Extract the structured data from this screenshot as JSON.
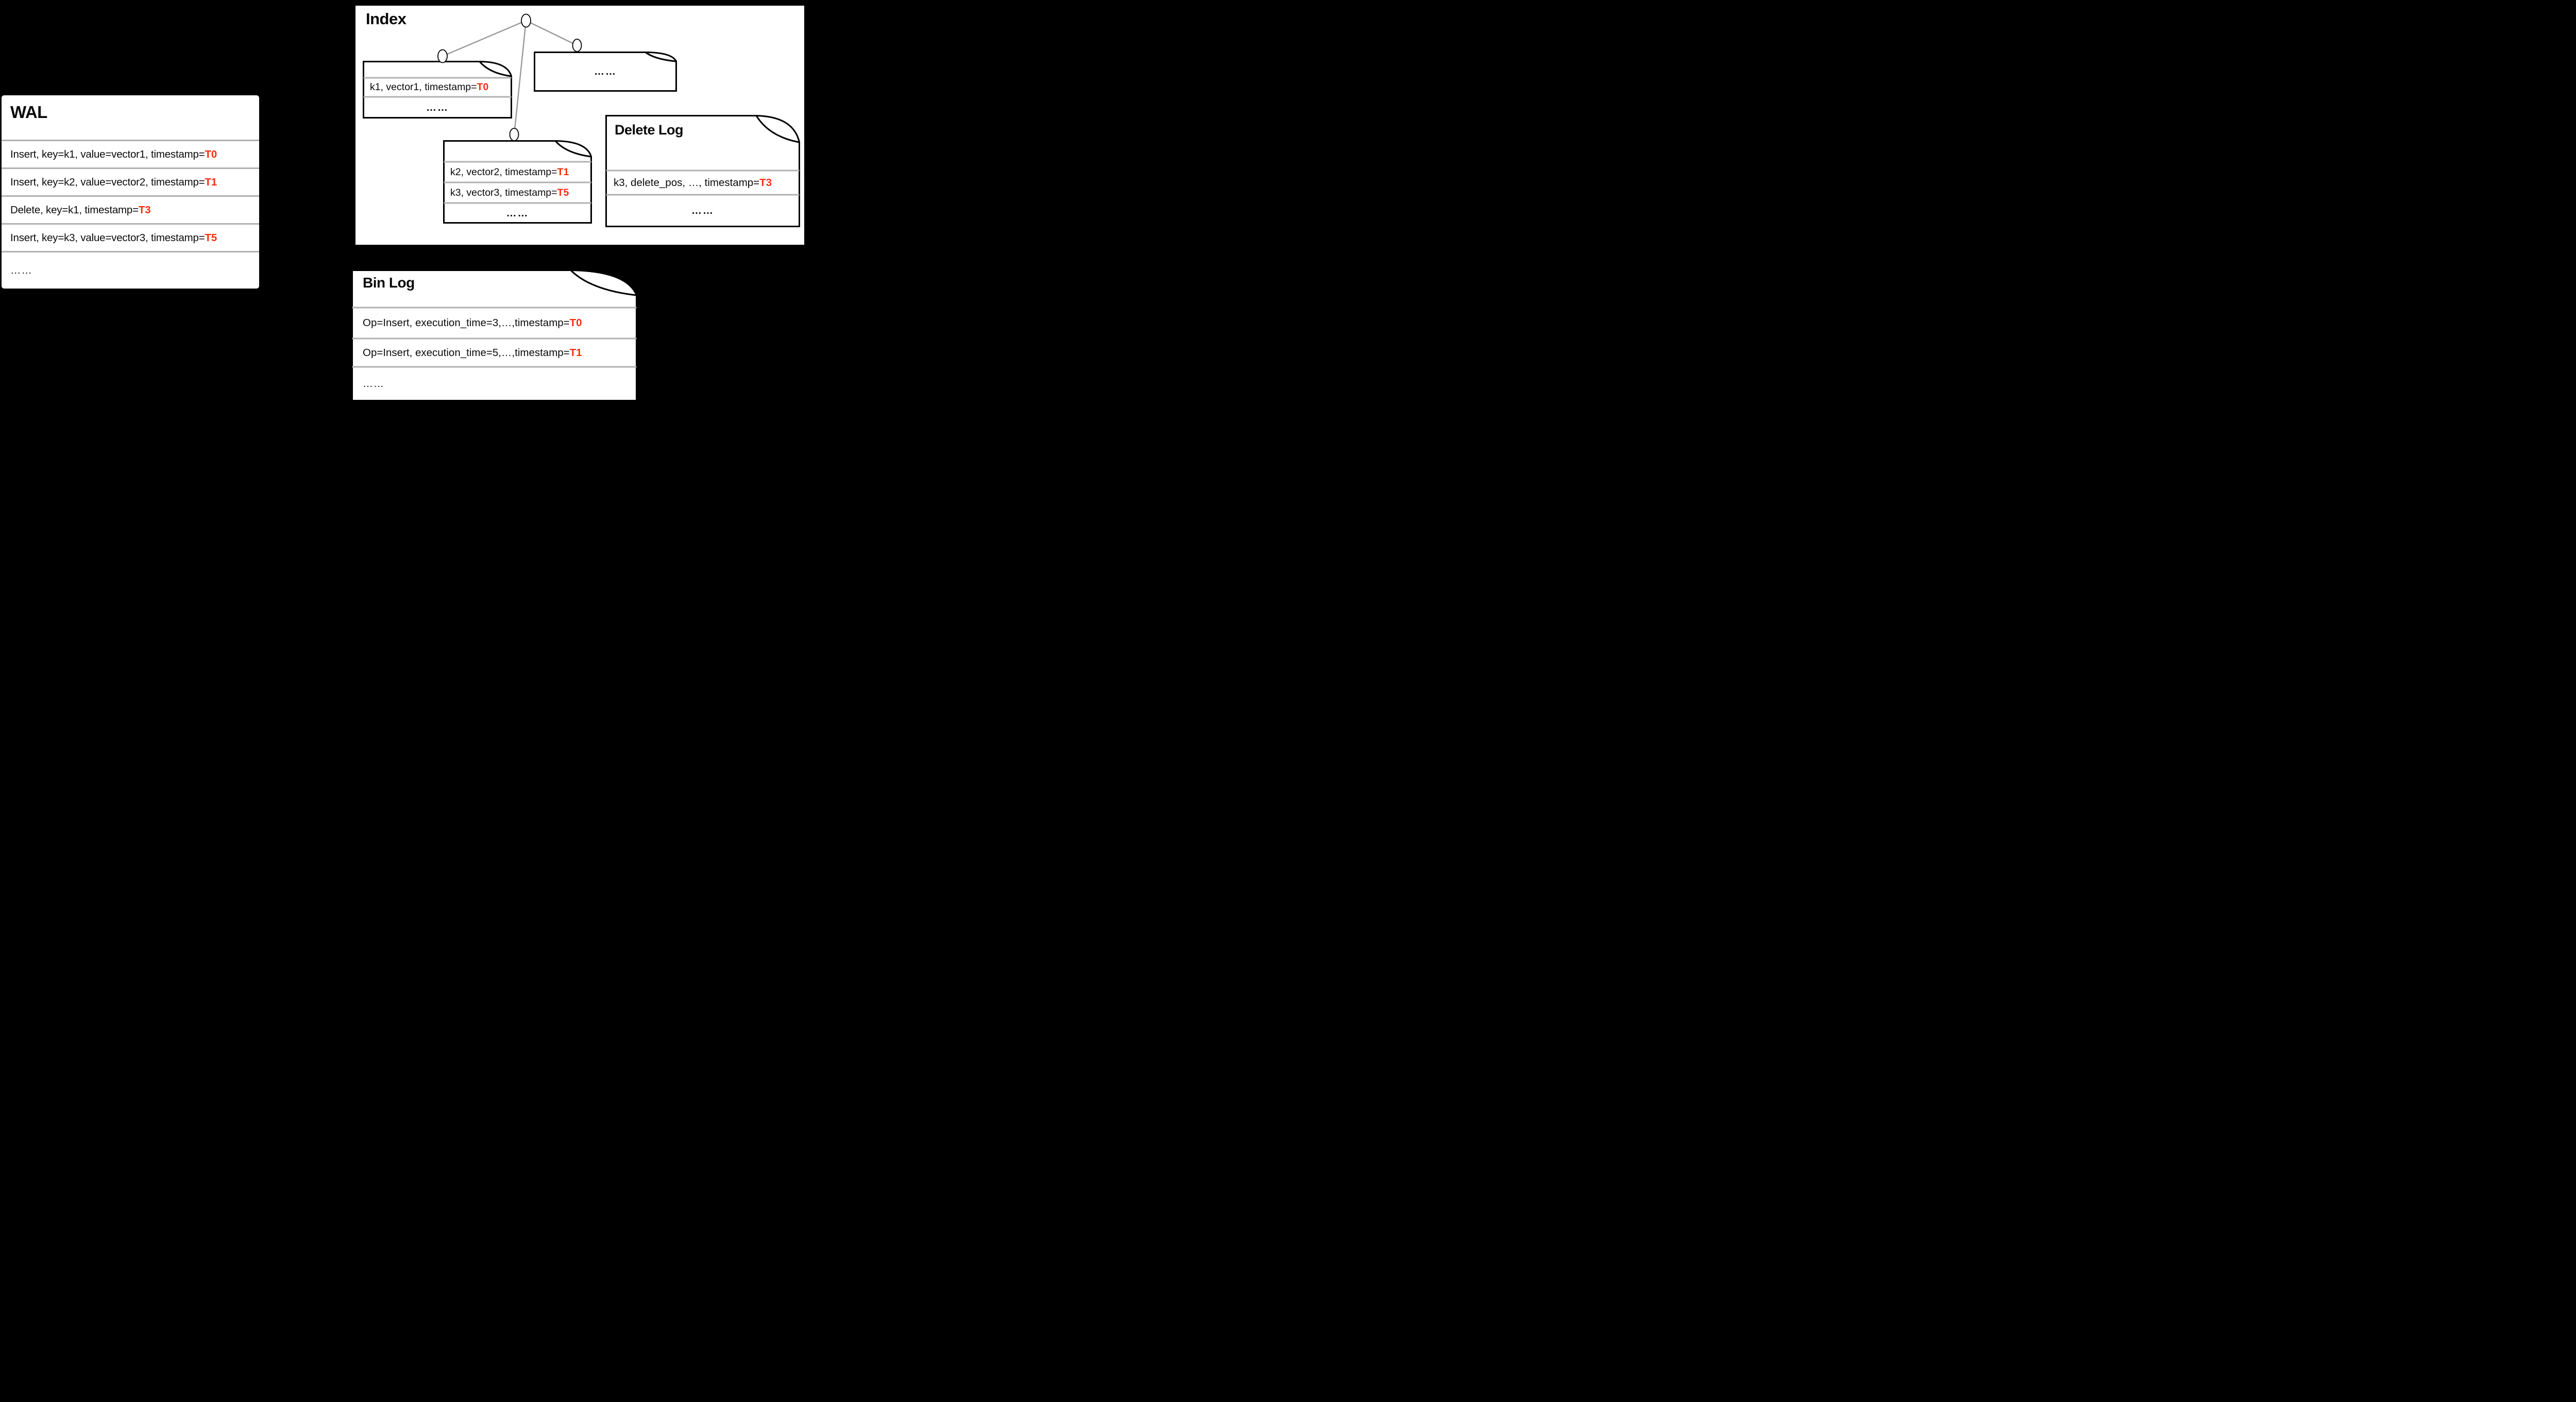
{
  "colors": {
    "background": "#000000",
    "paper": "#ffffff",
    "accent_red": "#fb2c10",
    "divider_gray": "#b1b1b1",
    "tree_edge_gray": "#999999"
  },
  "wal": {
    "title": "WAL",
    "rows": [
      {
        "text": "Insert, key=k1, value=vector1, timestamp=",
        "ts": "T0"
      },
      {
        "text": "Insert, key=k2, value=vector2, timestamp=",
        "ts": "T1"
      },
      {
        "text": "Delete, key=k1, timestamp=",
        "ts": "T3"
      },
      {
        "text": "Insert, key=k3, value=vector3, timestamp=",
        "ts": "T5"
      },
      {
        "text": "……",
        "ts": ""
      }
    ]
  },
  "index": {
    "title": "Index",
    "leaf1": {
      "rows": [
        {
          "text": "k1, vector1, timestamp=",
          "ts": "T0"
        },
        {
          "text": "……",
          "ts": ""
        }
      ]
    },
    "leaf2": {
      "text": "……"
    },
    "leaf3": {
      "rows": [
        {
          "text": "k2, vector2, timestamp=",
          "ts": "T1"
        },
        {
          "text": "k3, vector3, timestamp=",
          "ts": "T5"
        },
        {
          "text": "……",
          "ts": ""
        }
      ]
    }
  },
  "delete_log": {
    "title": "Delete Log",
    "rows": [
      {
        "text": "k3, delete_pos, …, timestamp=",
        "ts": "T3"
      },
      {
        "text": "……",
        "ts": ""
      }
    ]
  },
  "bin_log": {
    "title": "Bin Log",
    "rows": [
      {
        "text": "Op=Insert, execution_time=3,…,timestamp=",
        "ts": "T0"
      },
      {
        "text": "Op=Insert, execution_time=5,…,timestamp=",
        "ts": "T1"
      },
      {
        "text": "……",
        "ts": ""
      }
    ]
  }
}
